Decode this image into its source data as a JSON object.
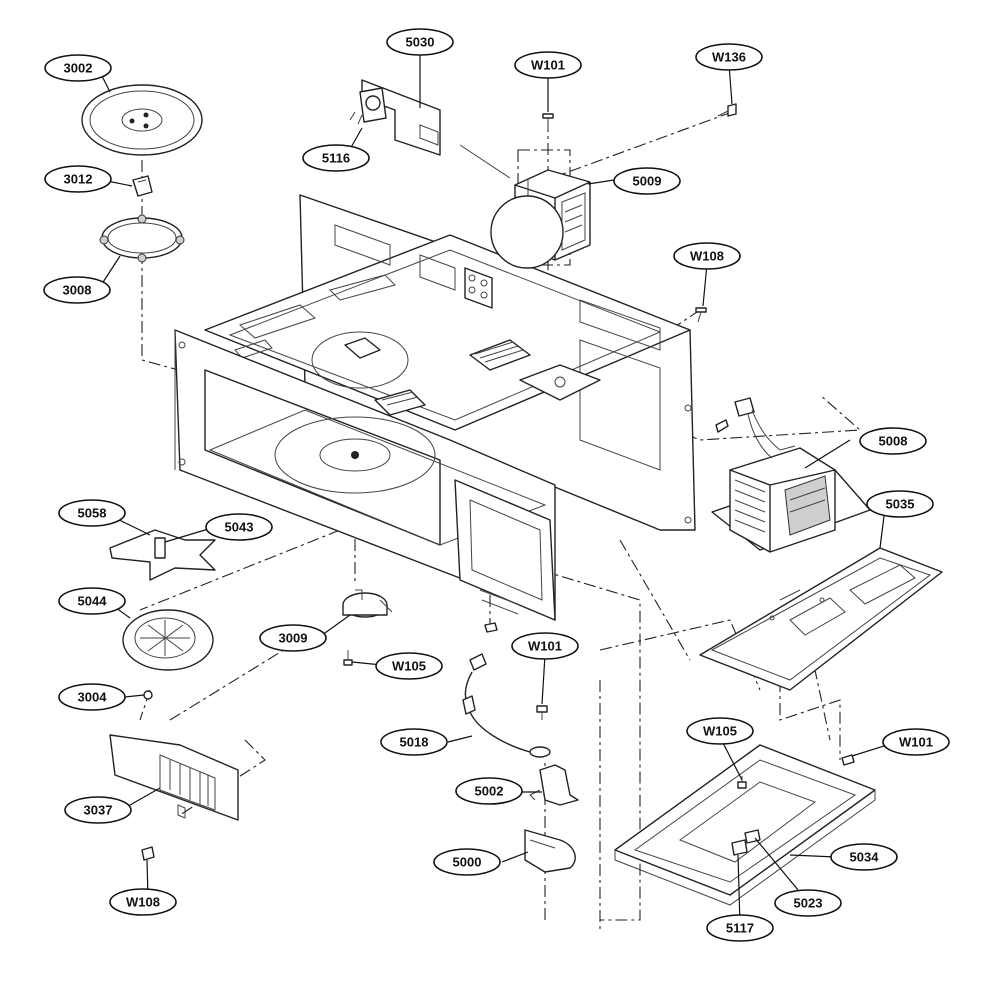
{
  "callouts": [
    {
      "id": "3002",
      "label": "3002"
    },
    {
      "id": "3012",
      "label": "3012"
    },
    {
      "id": "3008",
      "label": "3008"
    },
    {
      "id": "5030",
      "label": "5030"
    },
    {
      "id": "5116",
      "label": "5116"
    },
    {
      "id": "W101a",
      "label": "W101"
    },
    {
      "id": "W136",
      "label": "W136"
    },
    {
      "id": "5009",
      "label": "5009"
    },
    {
      "id": "W108a",
      "label": "W108"
    },
    {
      "id": "5008",
      "label": "5008"
    },
    {
      "id": "5035",
      "label": "5035"
    },
    {
      "id": "5058",
      "label": "5058"
    },
    {
      "id": "5043",
      "label": "5043"
    },
    {
      "id": "5044",
      "label": "5044"
    },
    {
      "id": "3009",
      "label": "3009"
    },
    {
      "id": "W105a",
      "label": "W105"
    },
    {
      "id": "3004",
      "label": "3004"
    },
    {
      "id": "W101b",
      "label": "W101"
    },
    {
      "id": "5018",
      "label": "5018"
    },
    {
      "id": "5002",
      "label": "5002"
    },
    {
      "id": "5000",
      "label": "5000"
    },
    {
      "id": "W105b",
      "label": "W105"
    },
    {
      "id": "W101c",
      "label": "W101"
    },
    {
      "id": "5034",
      "label": "5034"
    },
    {
      "id": "5023",
      "label": "5023"
    },
    {
      "id": "5117",
      "label": "5117"
    },
    {
      "id": "3037",
      "label": "3037"
    },
    {
      "id": "W108b",
      "label": "W108"
    }
  ]
}
